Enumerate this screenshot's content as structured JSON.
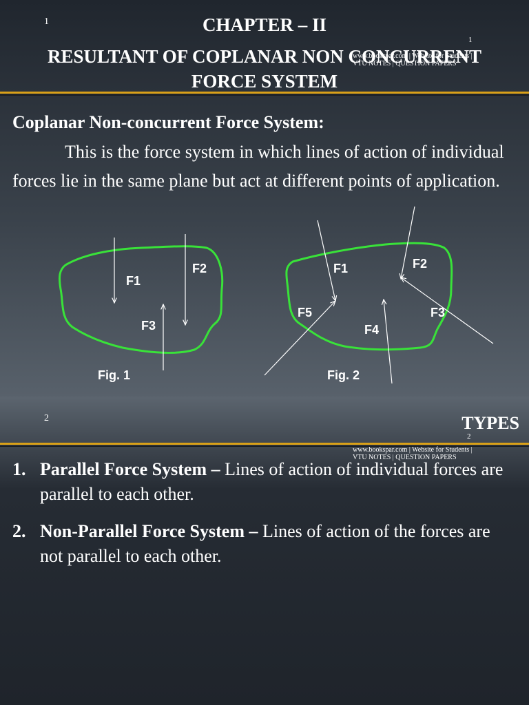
{
  "slide1": {
    "page_number": "1",
    "title_line1": "CHAPTER – II",
    "title_line2": "RESULTANT OF COPLANAR NON CONCURRENT",
    "title_line3": "FORCE SYSTEM",
    "watermark_number": "1",
    "watermark_text": "www.bookspar.com | Website for Students | VTU NOTES | QUESTION PAPERS",
    "heading": "Coplanar Non-concurrent Force System:",
    "paragraph": "This is the force system in which lines of action of individual forces lie in the same plane but act at different points of application.",
    "fig1": {
      "caption": "Fig. 1",
      "labels": [
        "F1",
        "F2",
        "F3"
      ]
    },
    "fig2": {
      "caption": "Fig. 2",
      "labels": [
        "F1",
        "F2",
        "F3",
        "F4",
        "F5"
      ]
    },
    "colors": {
      "rule": "#d9a018",
      "outline": "#39e239",
      "arrow": "#ffffff"
    }
  },
  "slide2": {
    "page_number": "2",
    "title": "TYPES",
    "watermark_number": "2",
    "watermark_text": "www.bookspar.com | Website for Students | VTU NOTES | QUESTION PAPERS",
    "items": [
      {
        "num": "1.",
        "term": "Parallel Force System –",
        "desc": " Lines of action of  individual forces are parallel to each other."
      },
      {
        "num": "2.",
        "term": "Non-Parallel Force System –",
        "desc": " Lines  of action of the forces are not parallel to each other."
      }
    ]
  }
}
